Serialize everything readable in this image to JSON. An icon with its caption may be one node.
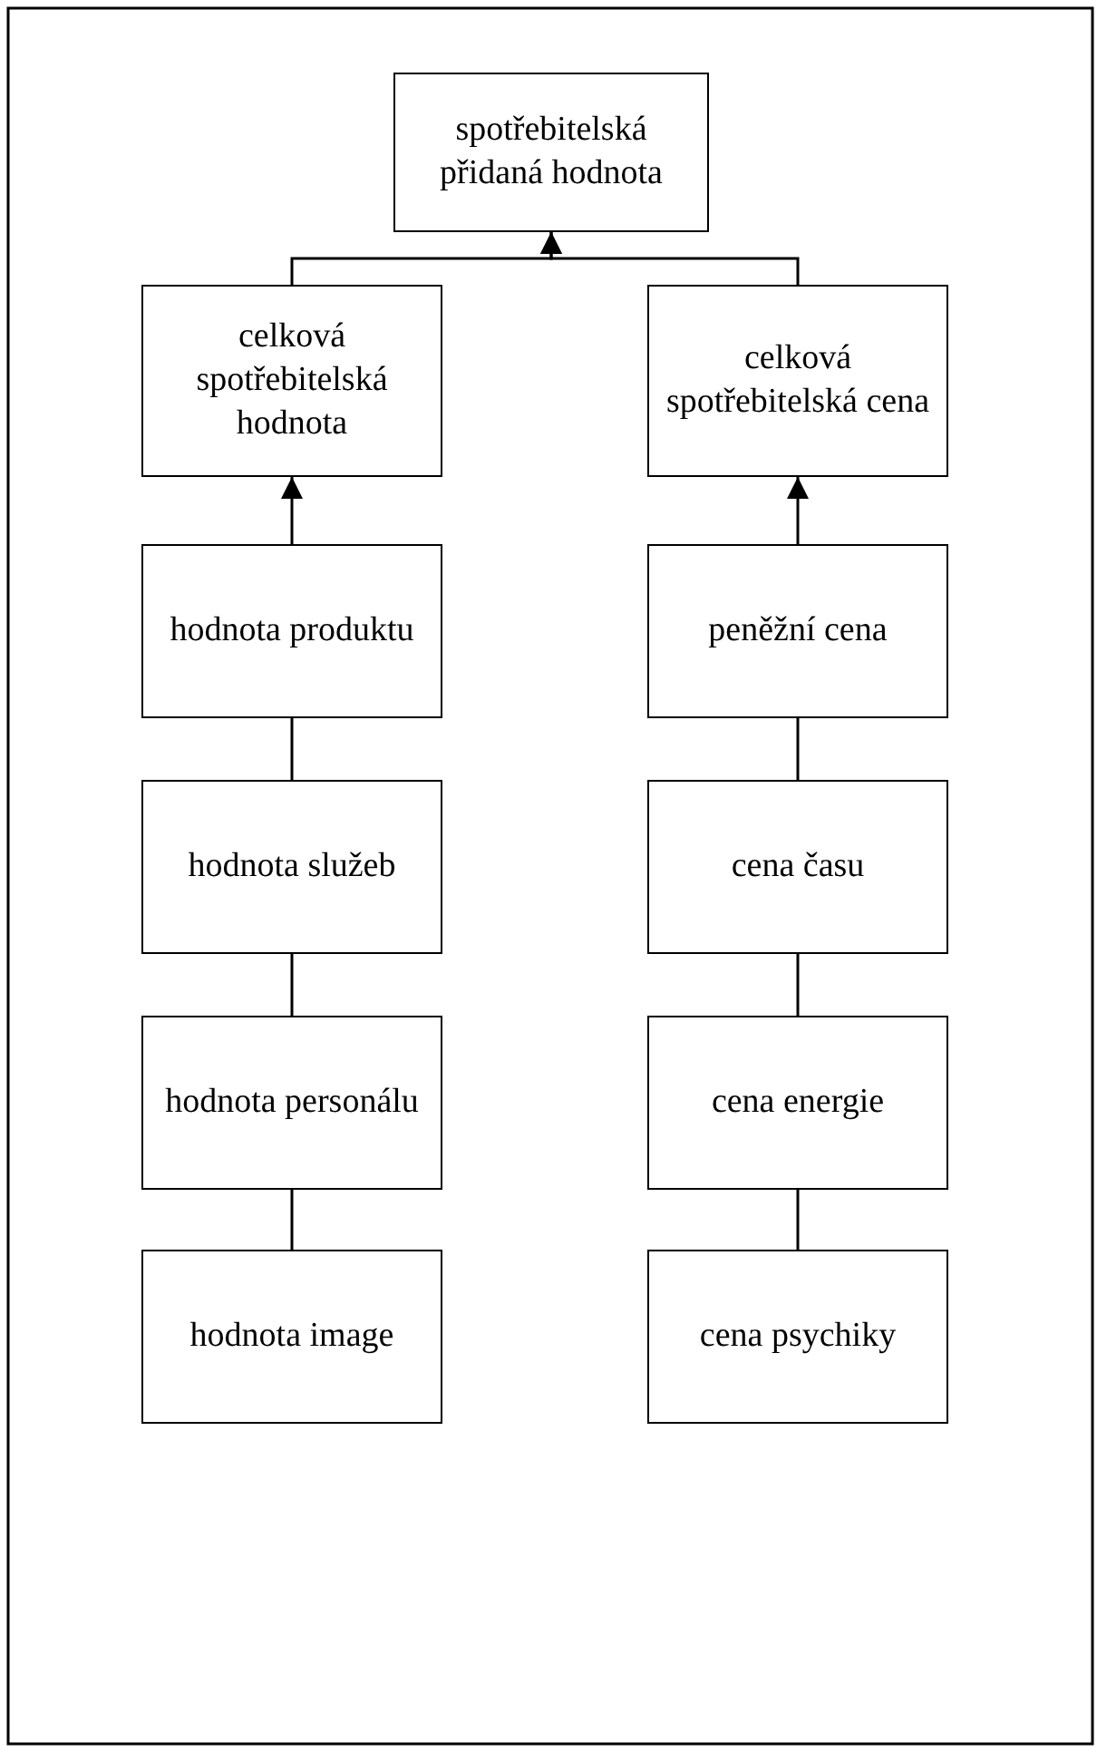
{
  "diagram": {
    "nodes": [
      {
        "text": [
          "spotřebitelská přidaná hodnota"
        ]
      },
      {
        "text": [
          "celková spotřebitelská hodnota"
        ]
      },
      {
        "text": [
          "celková spotřebitelská cena"
        ]
      },
      {
        "text": [
          "hodnota produktu"
        ]
      },
      {
        "text": [
          "peněžní cena"
        ]
      },
      {
        "text": [
          "hodnota služeb"
        ]
      },
      {
        "text": [
          "cena času"
        ]
      },
      {
        "text": [
          "hodnota personálu"
        ]
      },
      {
        "text": [
          "cena energie"
        ]
      },
      {
        "text": [
          "hodnota image"
        ]
      },
      {
        "text": [
          "cena psychiky"
        ]
      }
    ],
    "edges": [
      {
        "from": 1,
        "to": 0,
        "arrow": "to"
      },
      {
        "from": 2,
        "to": 0,
        "arrow": "to"
      },
      {
        "from": 3,
        "to": 1,
        "arrow": "to"
      },
      {
        "from": 4,
        "to": 2,
        "arrow": "to"
      },
      {
        "from": 5,
        "to": 3,
        "arrow": "none"
      },
      {
        "from": 7,
        "to": 5,
        "arrow": "none"
      },
      {
        "from": 9,
        "to": 7,
        "arrow": "none"
      },
      {
        "from": 6,
        "to": 4,
        "arrow": "none"
      },
      {
        "from": 8,
        "to": 6,
        "arrow": "none"
      },
      {
        "from": 10,
        "to": 8,
        "arrow": "none"
      }
    ]
  }
}
